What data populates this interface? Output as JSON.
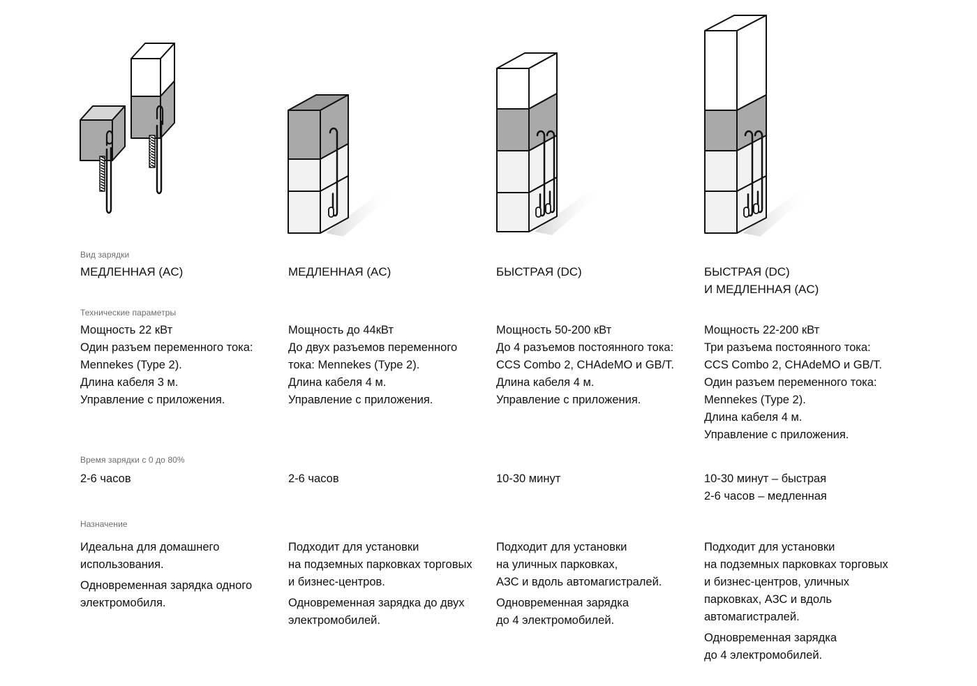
{
  "labels": {
    "kind": "Вид зарядки",
    "tech": "Технические параметры",
    "time": "Время зарядки с 0 до 80%",
    "purpose": "Назначение"
  },
  "colors": {
    "module_gray": "#a9a9a9",
    "module_light": "#f2f2f2",
    "module_white": "#ffffff",
    "stroke": "#111111",
    "label": "#6d6d6d"
  },
  "columns": [
    {
      "illustration": "wall-chargers-icon",
      "kind": [
        "МЕДЛЕННАЯ (AC)"
      ],
      "tech": [
        "Мощность 22 кВт",
        "Один разъем переменного тока:",
        "Mennekes (Type 2).",
        "Длина кабеля 3 м.",
        "Управление с приложения."
      ],
      "time": [
        "2-6 часов"
      ],
      "purpose": [
        [
          "Идеальна для домашнего",
          "использования."
        ],
        [
          "Одновременная зарядка одного",
          "электромобиля."
        ]
      ]
    },
    {
      "illustration": "slow-station-icon",
      "kind": [
        "МЕДЛЕННАЯ (AC)"
      ],
      "tech": [
        "Мощность до 44кВт",
        "До двух разъемов переменного",
        "тока: Mennekes (Type 2).",
        "Длина кабеля 4 м.",
        "Управление с приложения."
      ],
      "time": [
        "2-6 часов"
      ],
      "purpose": [
        [
          "Подходит для установки",
          "на подземных парковках торговых",
          "и бизнес-центров."
        ],
        [
          "Одновременная зарядка до двух",
          "электромобилей."
        ]
      ]
    },
    {
      "illustration": "fast-station-icon",
      "kind": [
        "БЫСТРАЯ (DC)"
      ],
      "tech": [
        "Мощность 50-200 кВт",
        "До 4 разъемов постоянного тока:",
        "CCS Combo 2, CHAdeMO и GB/T.",
        "Длина кабеля 4 м.",
        "Управление с приложения."
      ],
      "time": [
        "10-30 минут"
      ],
      "purpose": [
        [
          "Подходит для установки",
          "на уличных парковках,",
          "АЗС и вдоль автомагистралей."
        ],
        [
          "Одновременная зарядка",
          "до 4 электромобилей."
        ]
      ]
    },
    {
      "illustration": "combo-station-icon",
      "kind": [
        "БЫСТРАЯ (DC)",
        "И МЕДЛЕННАЯ (AC)"
      ],
      "tech": [
        "Мощность 22-200 кВт",
        "Три разъема постоянного тока:",
        "CCS Combo 2, CHAdeMO и GB/T.",
        "Один разъем переменного тока:",
        "Mennekes (Type 2).",
        "Длина кабеля 4 м.",
        "Управление с приложения."
      ],
      "time": [
        "10-30 минут – быстрая",
        "2-6 часов – медленная"
      ],
      "purpose": [
        [
          "Подходит для установки",
          "на подземных парковках торговых",
          "и бизнес-центров, уличных",
          "парковках, АЗС и вдоль",
          "автомагистралей."
        ],
        [
          "Одновременная зарядка",
          "до 4 электромобилей."
        ]
      ]
    }
  ]
}
